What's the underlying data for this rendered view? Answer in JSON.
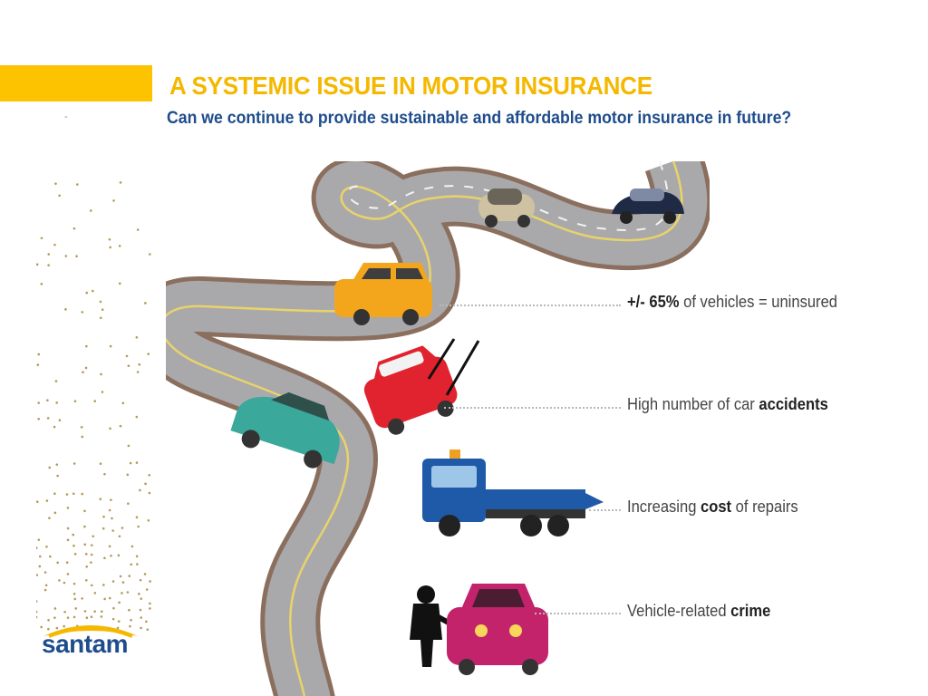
{
  "colors": {
    "accent": "#FDC300",
    "title": "#F5B800",
    "subtitle": "#1E4C8C",
    "logo": "#1E4C8C",
    "road": "#a9a9ab",
    "road_edge": "#8b6f5e"
  },
  "slide": {
    "title": "A SYSTEMIC ISSUE IN MOTOR INSURANCE",
    "subtitle": "Can we continue to provide sustainable and affordable motor insurance in future?",
    "dash": "-"
  },
  "logo": {
    "text": "santam"
  },
  "points": [
    {
      "bold_pre": "+/- 65%",
      "text_mid": " of vehicles = uninsured",
      "bold_post": ""
    },
    {
      "bold_pre": "",
      "text_mid": "High number of car ",
      "bold_post": "accidents"
    },
    {
      "bold_pre": "",
      "text_mid": "Increasing ",
      "bold_post": "cost",
      "text_end": " of repairs"
    },
    {
      "bold_pre": "",
      "text_mid": "Vehicle-related ",
      "bold_post": "crime"
    }
  ],
  "icons": {
    "road": "winding-road-icon",
    "car_beige": "small-car-icon",
    "car_navy": "sedan-car-icon",
    "car_orange": "hatchback-car-icon",
    "car_teal": "crashed-car-icon",
    "car_red": "crashed-car-icon",
    "tow_truck": "tow-truck-icon",
    "thief": "car-thief-icon",
    "car_pink": "stolen-car-icon"
  }
}
